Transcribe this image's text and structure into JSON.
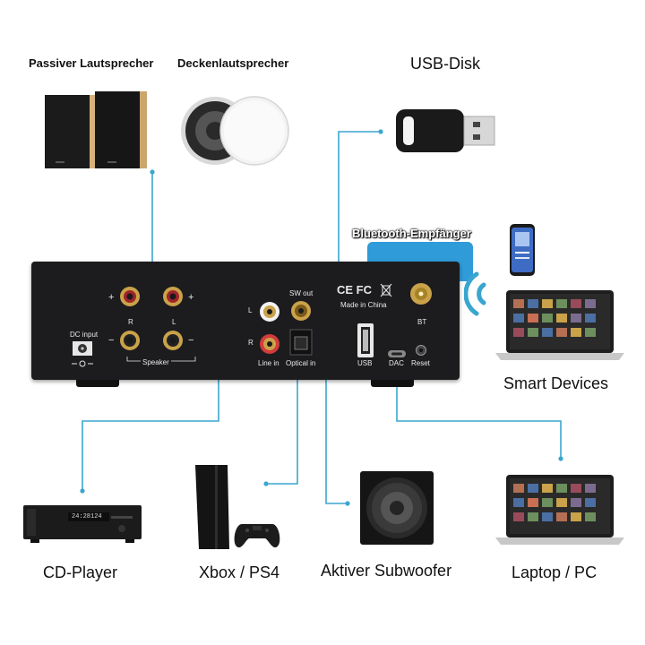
{
  "devices": {
    "passive_speakers": "Passiver Lautsprecher",
    "ceiling_speakers": "Deckenlautsprecher",
    "usb_disk": "USB-Disk",
    "bluetooth_receiver": "Bluetooth-Empfänger",
    "smart_devices": "Smart Devices",
    "cd_player": "CD-Player",
    "xbox_ps4": "Xbox / PS4",
    "active_subwoofer": "Aktiver Subwoofer",
    "laptop_pc": "Laptop / PC"
  },
  "amplifier": {
    "dc_input": "DC input",
    "r": "R",
    "l": "L",
    "plus": "+",
    "minus": "−",
    "speaker": "Speaker",
    "line_in": "Line in",
    "optical_in": "Optical in",
    "sw_out": "SW out",
    "ce_fc": "CE FC",
    "made_in": "Made in China",
    "usb": "USB",
    "dac": "DAC",
    "reset": "Reset",
    "bt": "BT"
  },
  "cd_display": "24:28124",
  "colors": {
    "line": "#3aa6cf",
    "amp_body": "#1c1c1e",
    "bt_bubble": "#2f9bd8",
    "gold": "#c9a24a"
  }
}
